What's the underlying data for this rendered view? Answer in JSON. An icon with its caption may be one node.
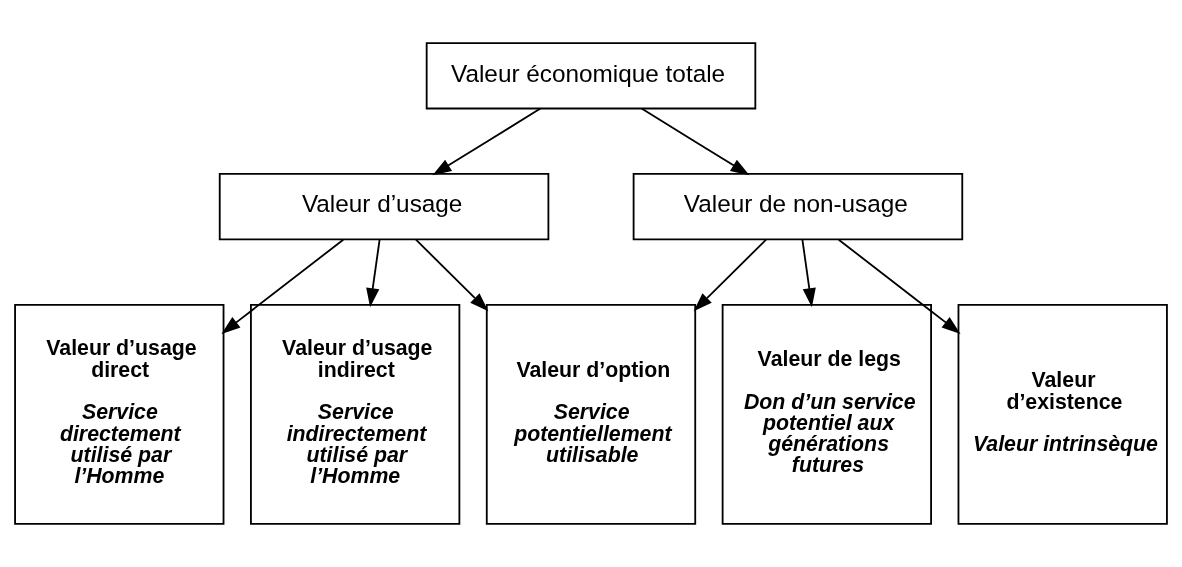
{
  "diagram": {
    "nodes": [
      {
        "text": [
          "Valeur économique totale"
        ]
      },
      {
        "text": [
          "Valeur d’usage"
        ]
      },
      {
        "text": [
          "Valeur de non-usage"
        ]
      },
      {
        "text": [
          "Valeur d’usage direct",
          "Service directement utilisé par l’Homme"
        ]
      },
      {
        "text": [
          "Valeur d’usage indirect",
          "Service indirectement utilisé par l’Homme"
        ]
      },
      {
        "text": [
          "Valeur d’option",
          "Service potentiellement utilisable"
        ]
      },
      {
        "text": [
          "Valeur de legs",
          "Don d’un service potentiel aux générations futures"
        ]
      },
      {
        "text": [
          "Valeur d’existence",
          "Valeur intrinsèque"
        ]
      }
    ],
    "edges": [
      {
        "from": 0,
        "to": 1,
        "arrow": "to"
      },
      {
        "from": 0,
        "to": 2,
        "arrow": "to"
      },
      {
        "from": 1,
        "to": 3,
        "arrow": "to"
      },
      {
        "from": 1,
        "to": 4,
        "arrow": "to"
      },
      {
        "from": 1,
        "to": 5,
        "arrow": "to"
      },
      {
        "from": 2,
        "to": 5,
        "arrow": "to"
      },
      {
        "from": 2,
        "to": 6,
        "arrow": "to"
      },
      {
        "from": 2,
        "to": 7,
        "arrow": "to"
      }
    ]
  }
}
